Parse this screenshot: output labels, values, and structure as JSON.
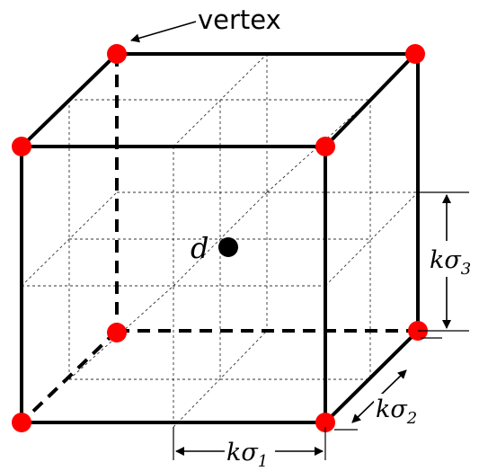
{
  "labels": {
    "vertex": "vertex",
    "center": "d",
    "dim_x": {
      "base": "kσ",
      "sub": "1"
    },
    "dim_y": {
      "base": "kσ",
      "sub": "2"
    },
    "dim_z": {
      "base": "kσ",
      "sub": "3"
    }
  },
  "colors": {
    "vertex_fill": "#ff0000",
    "edge": "#000000",
    "grid": "#333333",
    "center_point": "#000000"
  },
  "icons": {
    "pointer": "arrow-icon",
    "dimension": "double-arrow-icon"
  }
}
